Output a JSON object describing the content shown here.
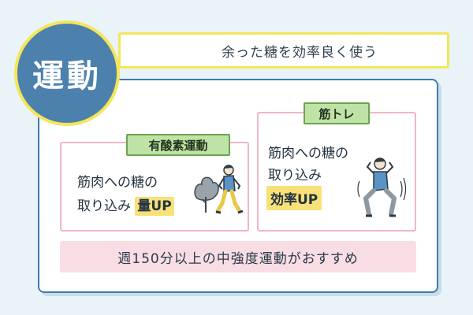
{
  "title": "運動",
  "subtitle": "余った糖を効率良く使う",
  "aerobic": {
    "tag": "有酸素運動",
    "line1": "筋肉への糖の",
    "line2": "取り込み",
    "highlight": "量UP"
  },
  "muscle": {
    "tag": "筋トレ",
    "line1": "筋肉への糖の",
    "line2": "取り込み",
    "highlight": "効率UP"
  },
  "bottom": "週150分以上の中強度運動がおすすめ",
  "colors": {
    "background": "#e9f3f8",
    "badge": "#4c80ad",
    "accent_yellow": "#f4e65a",
    "tag_green": "#bfe3a6",
    "card_border_pink": "#f0b6c4",
    "bottom_pink": "#f9dde5"
  }
}
